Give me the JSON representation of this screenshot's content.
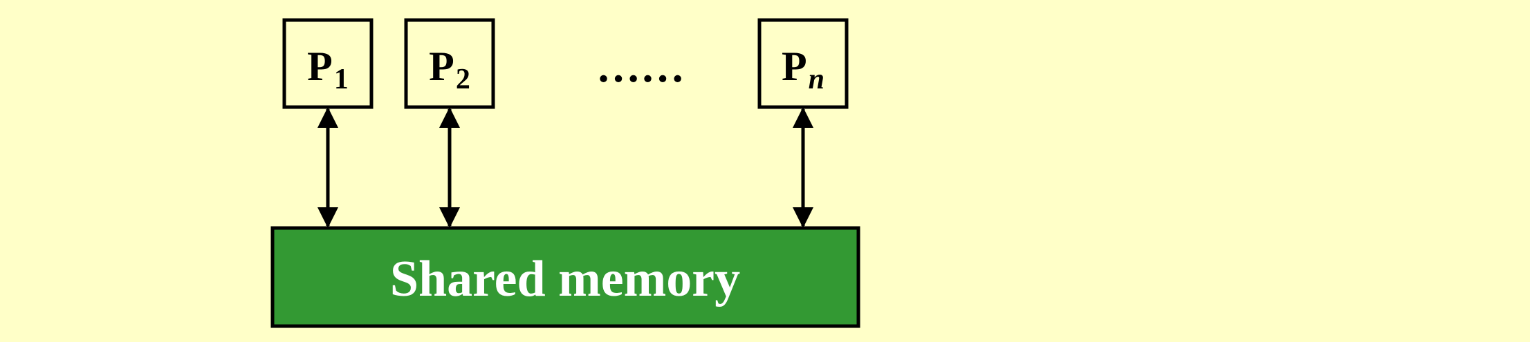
{
  "colors": {
    "background": "#ffffc8",
    "memory_fill": "#339933",
    "memory_text": "#ffffff",
    "stroke": "#000000"
  },
  "processors": [
    {
      "main": "P",
      "sub": "1",
      "sub_italic": false
    },
    {
      "main": "P",
      "sub": "2",
      "sub_italic": false
    },
    {
      "main": "P",
      "sub": "n",
      "sub_italic": true
    }
  ],
  "ellipsis": "……",
  "shared_memory": {
    "label": "Shared memory"
  },
  "links": [
    {
      "type": "bidirectional-arrow",
      "between": [
        "P1",
        "Shared memory"
      ]
    },
    {
      "type": "bidirectional-arrow",
      "between": [
        "P2",
        "Shared memory"
      ]
    },
    {
      "type": "bidirectional-arrow",
      "between": [
        "Pn",
        "Shared memory"
      ]
    }
  ]
}
